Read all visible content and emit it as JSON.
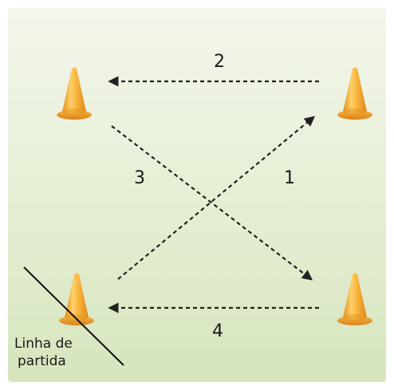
{
  "paths": [
    {
      "step": "1",
      "from": "cone-bottom-left",
      "to": "cone-top-right"
    },
    {
      "step": "2",
      "from": "cone-top-right",
      "to": "cone-top-left"
    },
    {
      "step": "3",
      "from": "cone-top-left",
      "to": "cone-bottom-right"
    },
    {
      "step": "4",
      "from": "cone-bottom-right",
      "to": "cone-bottom-left"
    }
  ],
  "start_line": {
    "label_line1": "Linha de",
    "label_line2": "partida"
  },
  "colors": {
    "field_top": "#eef3e3",
    "field_bottom": "#d4e3b8",
    "cone_light": "#fcc85a",
    "cone_mid": "#f5a623",
    "cone_dark": "#d9821a",
    "path": "#222222",
    "start_line": "#111111"
  },
  "icons": [
    "traffic-cone-icon",
    "dashed-arrow-icon"
  ]
}
